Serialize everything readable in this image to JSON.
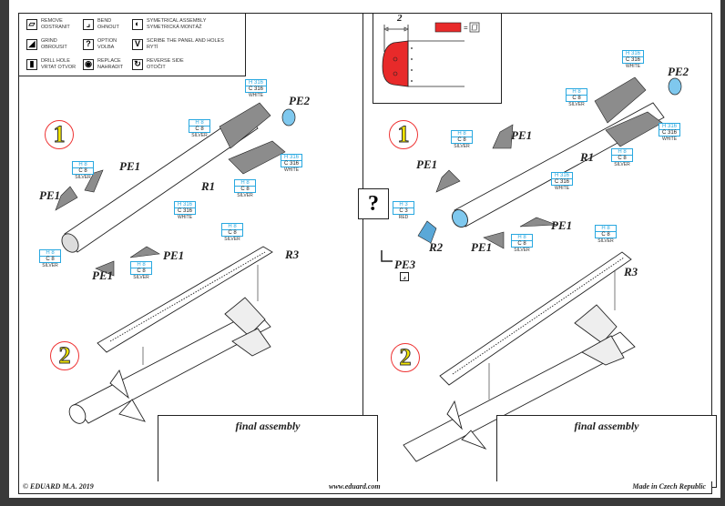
{
  "legend": {
    "items": [
      {
        "icon": "remove-icon",
        "glyph": "▱",
        "line1": "Remove",
        "line2": "Odstranit"
      },
      {
        "icon": "bend-icon",
        "glyph": "⌟",
        "line1": "Bend",
        "line2": "Ohnout"
      },
      {
        "icon": "symmetrical-assembly-icon",
        "glyph": "◐",
        "line1": "Symetrical assembly",
        "line2": "Symetrická montáž"
      },
      {
        "icon": "grind-icon",
        "glyph": "◢",
        "line1": "Grind",
        "line2": "Obrousit"
      },
      {
        "icon": "option-icon",
        "glyph": "?",
        "line1": "Option",
        "line2": "Volba"
      },
      {
        "icon": "scribe-icon",
        "glyph": "V",
        "line1": "Scribe the panel and holes",
        "line2": "Rytí"
      },
      {
        "icon": "drill-hole-icon",
        "glyph": "▮",
        "line1": "Drill hole",
        "line2": "Vrtat otvor"
      },
      {
        "icon": "replace-icon",
        "glyph": "◉",
        "line1": "Replace",
        "line2": "Nahradit"
      },
      {
        "icon": "reverse-side-icon",
        "glyph": "↻",
        "line1": "Reverse side",
        "line2": "Otočit"
      }
    ]
  },
  "detail": {
    "dimension": "2",
    "remove_color": "#e82a2a"
  },
  "colors": {
    "paint_accent": "#29a8e0",
    "step_ring": "#e33333",
    "step_fill": "#f3e600",
    "part_grey": "#8c8c8c",
    "pe2_blue": "#7fc8ee"
  },
  "left": {
    "step1": "1",
    "step2": "2",
    "parts": {
      "pe1": "PE1",
      "pe2": "PE2",
      "r1": "R1",
      "r3": "R3"
    },
    "paints": [
      {
        "h": "H 316",
        "c": "C 316",
        "name": "WHITE"
      },
      {
        "h": "H 8",
        "c": "C 8",
        "name": "SILVER"
      },
      {
        "h": "H 316",
        "c": "C 316",
        "name": "WHITE"
      },
      {
        "h": "H 8",
        "c": "C 8",
        "name": "SILVER"
      },
      {
        "h": "H 8",
        "c": "C 8",
        "name": "SILVER"
      },
      {
        "h": "H 316",
        "c": "C 316",
        "name": "WHITE"
      },
      {
        "h": "H 8",
        "c": "C 8",
        "name": "SILVER"
      },
      {
        "h": "H 8",
        "c": "C 8",
        "name": "SILVER"
      },
      {
        "h": "H 8",
        "c": "C 8",
        "name": "SILVER"
      }
    ],
    "final_title": "final assembly"
  },
  "right": {
    "step1": "1",
    "step2": "2",
    "option_mark": "?",
    "parts": {
      "pe1": "PE1",
      "pe2": "PE2",
      "pe3": "PE3",
      "r1": "R1",
      "r2": "R2",
      "r3": "R3"
    },
    "paints": [
      {
        "h": "H 316",
        "c": "C 316",
        "name": "WHITE"
      },
      {
        "h": "H 8",
        "c": "C 8",
        "name": "SILVER"
      },
      {
        "h": "H 316",
        "c": "C 316",
        "name": "WHITE"
      },
      {
        "h": "H 8",
        "c": "C 8",
        "name": "SILVER"
      },
      {
        "h": "H 8",
        "c": "C 8",
        "name": "SILVER"
      },
      {
        "h": "H 316",
        "c": "C 316",
        "name": "WHITE"
      },
      {
        "h": "H 3",
        "c": "C 3",
        "name": "RED"
      },
      {
        "h": "H 8",
        "c": "C 8",
        "name": "SILVER"
      },
      {
        "h": "H 8",
        "c": "C 8",
        "name": "SILVER"
      }
    ],
    "final_title": "final assembly"
  },
  "footer": {
    "copyright": "© EDUARD  M.A. 2019",
    "website": "www.eduard.com",
    "origin": "Made in Czech Republic"
  }
}
